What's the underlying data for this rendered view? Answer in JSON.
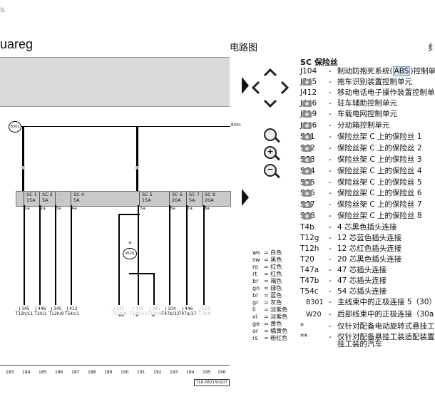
{
  "window": {
    "logo": "IL",
    "app_title": "uareg",
    "doc_title": "电路图",
    "doc_title_right": "纟"
  },
  "diagram": {
    "bus_label_left": "B301",
    "bus_label_right": "B301",
    "fuses": [
      {
        "name": "SC 1",
        "rating": "15A"
      },
      {
        "name": "SC 2",
        "rating": "5A"
      },
      {
        "name": "SC 3",
        "rating": "5A"
      },
      {
        "name": "SC 4",
        "rating": "5A"
      },
      {
        "name": "SC 5",
        "rating": "15A"
      },
      {
        "name": "SC 6",
        "rating": "20A"
      },
      {
        "name": "SC 7",
        "rating": "5A"
      },
      {
        "name": "SC 8",
        "rating": "20A"
      }
    ],
    "fuse_pins": [
      "1a",
      "2a",
      "3a",
      "4a",
      "5a",
      "6a",
      "7a",
      "8a"
    ],
    "connectors": [
      {
        "j": "J 345",
        "t": "T12h/11"
      },
      {
        "j": "J 446",
        "t": "T20/1"
      },
      {
        "j": "J 345",
        "t": "T12h/9"
      },
      {
        "j": "J 412",
        "t": "T54c/1"
      },
      {
        "j": "J 345",
        "t": "T12h/9"
      },
      {
        "j": "J 345",
        "t": "T12h/12"
      },
      {
        "j": "J 345",
        "t": "T12h/8"
      },
      {
        "j": "J 104",
        "t": "T47b/32"
      },
      {
        "j": "J 446",
        "t": "T47a/17"
      },
      {
        "j": "J 519",
        "t": "T7b/9"
      }
    ],
    "w20_label": "W20",
    "star_single": "*",
    "star_double": "**",
    "axis_numbers": [
      "183",
      "184",
      "185",
      "186",
      "187",
      "188",
      "189",
      "190",
      "191",
      "192",
      "193",
      "194",
      "195",
      "196"
    ],
    "ref_code": "7L6-082150107"
  },
  "colors": [
    {
      "code": "ws",
      "name": "= 白色"
    },
    {
      "code": "sw",
      "name": "= 黑色"
    },
    {
      "code": "ro",
      "name": "= 红色"
    },
    {
      "code": "rt",
      "name": "= 红色"
    },
    {
      "code": "br",
      "name": "= 褐色"
    },
    {
      "code": "gn",
      "name": "= 绿色"
    },
    {
      "code": "bl",
      "name": "= 蓝色"
    },
    {
      "code": "gr",
      "name": "= 灰色"
    },
    {
      "code": "li",
      "name": "= 淡紫色"
    },
    {
      "code": "vi",
      "name": "= 淡紫色"
    },
    {
      "code": "ge",
      "name": "= 黄色"
    },
    {
      "code": "or",
      "name": "= 橘黄色"
    },
    {
      "code": "rs",
      "name": "= 粉红色"
    }
  ],
  "legend": {
    "title": "SC 保险丝",
    "items": [
      {
        "code": "J104",
        "dash": "-",
        "desc": "制动防抱死系统(ABS)控制单",
        "camera": false,
        "abs": true
      },
      {
        "code": "J345",
        "dash": "-",
        "desc": "拖车识别装置控制单元",
        "camera": true
      },
      {
        "code": "J412",
        "dash": "-",
        "desc": "移动电话电子操作装置控制单",
        "camera": false
      },
      {
        "code": "J446",
        "dash": "-",
        "desc": "驻车辅助控制单元",
        "camera": true
      },
      {
        "code": "J519",
        "dash": "-",
        "desc": "车载电网控制单元",
        "camera": true
      },
      {
        "code": "J646",
        "dash": "-",
        "desc": "分动箱控制单元",
        "camera": true
      },
      {
        "code": "SC1",
        "dash": "-",
        "desc": "保险丝架 C 上的保险丝 1",
        "camera": true
      },
      {
        "code": "SC2",
        "dash": "-",
        "desc": "保险丝架 C 上的保险丝 2",
        "camera": true
      },
      {
        "code": "SC3",
        "dash": "-",
        "desc": "保险丝架 C 上的保险丝 3",
        "camera": true
      },
      {
        "code": "SC4",
        "dash": "-",
        "desc": "保险丝架 C 上的保险丝 4",
        "camera": true
      },
      {
        "code": "SC5",
        "dash": "-",
        "desc": "保险丝架 C 上的保险丝 5",
        "camera": true
      },
      {
        "code": "SC6",
        "dash": "-",
        "desc": "保险丝架 C 上的保险丝 6",
        "camera": true
      },
      {
        "code": "SC7",
        "dash": "-",
        "desc": "保险丝架 C 上的保险丝 7",
        "camera": true
      },
      {
        "code": "SC8",
        "dash": "-",
        "desc": "保险丝架 C 上的保险丝 8",
        "camera": true
      },
      {
        "code": "T4b",
        "dash": "-",
        "desc": "4 芯黑色插头连接",
        "camera": false
      },
      {
        "code": "T12g",
        "dash": "-",
        "desc": "12 芯蓝色插头连接",
        "camera": false
      },
      {
        "code": "T12h",
        "dash": "-",
        "desc": "12 芯红色插头连接",
        "camera": false
      },
      {
        "code": "T20",
        "dash": "-",
        "desc": "20 芯黑色插头连接",
        "camera": false
      },
      {
        "code": "T47a",
        "dash": "-",
        "desc": "47 芯插头连接",
        "camera": false
      },
      {
        "code": "T47b",
        "dash": "-",
        "desc": "47 芯插头连接",
        "camera": false
      },
      {
        "code": "T54c",
        "dash": "-",
        "desc": "54 芯插头连接",
        "camera": false
      },
      {
        "code": "B301",
        "dash": "-",
        "desc": "主线束中的正极连接 5（30）",
        "camera": false
      },
      {
        "code": "W20",
        "dash": "-",
        "desc": "后部线束中的正极连接（30a",
        "camera": false
      },
      {
        "code": "*",
        "dash": "-",
        "desc": "仅针对配备电动旋转式悬挂工",
        "camera": false
      },
      {
        "code": "**",
        "dash": "-",
        "desc": "仅针对配备悬挂工装适配装置",
        "camera": false
      }
    ],
    "continuation": "挂工装的汽车"
  }
}
